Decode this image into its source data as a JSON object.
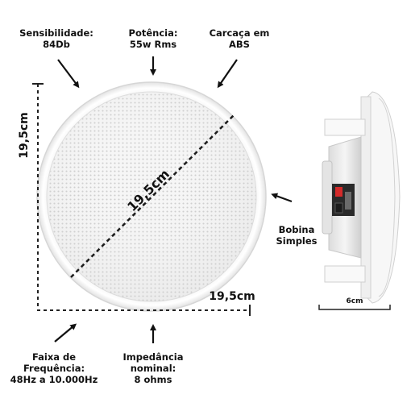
{
  "labels": {
    "sensitivity": [
      "Sensibilidade:",
      "84Db"
    ],
    "power": [
      "Potência:",
      "55w Rms"
    ],
    "housing": [
      "Carcaça em",
      "ABS"
    ],
    "coil": [
      "Bobina",
      "Simples"
    ],
    "frequency": [
      "Faixa de",
      "Frequência:",
      "48Hz a 10.000Hz"
    ],
    "impedance": [
      "Impedância",
      "nominal:",
      "8 ohms"
    ]
  },
  "dimensions": {
    "height": "19,5cm",
    "width": "19,5cm",
    "diameter": "19,5cm",
    "depth": "6cm"
  },
  "colors": {
    "text": "#111111",
    "dash": "#222222",
    "grille": "#f4f4f4",
    "rim": "#fbfbfb"
  },
  "icons": [
    "arrow-down-right-icon",
    "arrow-down-icon",
    "arrow-down-left-icon",
    "arrow-left-icon",
    "arrow-up-right-icon",
    "arrow-up-icon"
  ]
}
